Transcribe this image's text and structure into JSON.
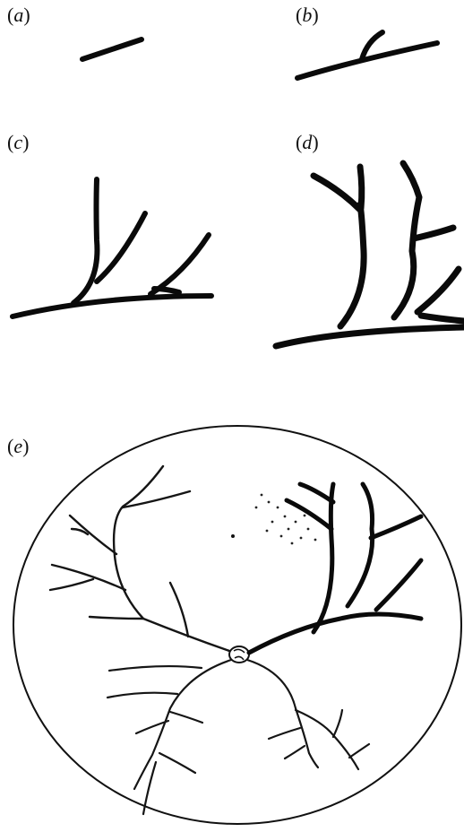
{
  "panels": [
    {
      "id": "a",
      "open": "(",
      "letter": "a",
      "close": ")"
    },
    {
      "id": "b",
      "open": "(",
      "letter": "b",
      "close": ")"
    },
    {
      "id": "c",
      "open": "(",
      "letter": "c",
      "close": ")"
    },
    {
      "id": "d",
      "open": "(",
      "letter": "d",
      "close": ")"
    },
    {
      "id": "e",
      "open": "(",
      "letter": "e",
      "close": ")"
    }
  ],
  "colors": {
    "stroke": "#0a0a0a",
    "background": "#ffffff",
    "dish_fill": "#ffffff"
  }
}
